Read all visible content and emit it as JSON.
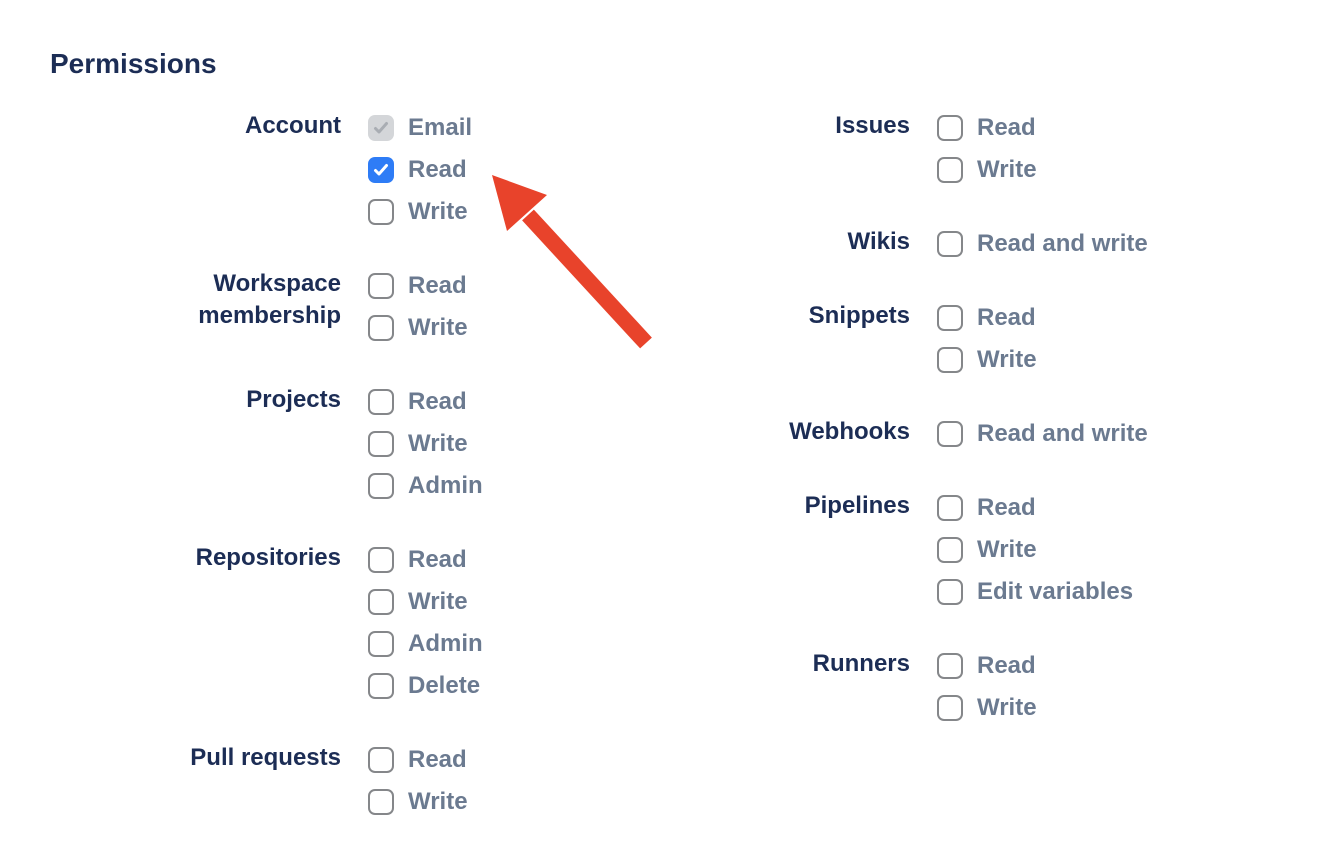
{
  "heading": "Permissions",
  "colors": {
    "heading_text": "#1C2D55",
    "group_label_text": "#1C2D55",
    "item_label_text": "#6B7A90",
    "checkbox_border": "#85878A",
    "checkbox_checked_bg": "#2E7CF6",
    "checkbox_checked_checkmark": "#FFFFFF",
    "checkbox_disabled_bg": "#D4D6D9",
    "checkbox_disabled_checkmark": "#A9ADB3",
    "arrow_red": "#E8432B"
  },
  "columns": [
    {
      "groups": [
        {
          "label": "Account",
          "items": [
            {
              "label": "Email",
              "state": "checked-disabled"
            },
            {
              "label": "Read",
              "state": "checked"
            },
            {
              "label": "Write",
              "state": "unchecked"
            }
          ]
        },
        {
          "label": "Workspace membership",
          "items": [
            {
              "label": "Read",
              "state": "unchecked"
            },
            {
              "label": "Write",
              "state": "unchecked"
            }
          ]
        },
        {
          "label": "Projects",
          "items": [
            {
              "label": "Read",
              "state": "unchecked"
            },
            {
              "label": "Write",
              "state": "unchecked"
            },
            {
              "label": "Admin",
              "state": "unchecked"
            }
          ]
        },
        {
          "label": "Repositories",
          "items": [
            {
              "label": "Read",
              "state": "unchecked"
            },
            {
              "label": "Write",
              "state": "unchecked"
            },
            {
              "label": "Admin",
              "state": "unchecked"
            },
            {
              "label": "Delete",
              "state": "unchecked"
            }
          ]
        },
        {
          "label": "Pull requests",
          "items": [
            {
              "label": "Read",
              "state": "unchecked"
            },
            {
              "label": "Write",
              "state": "unchecked"
            }
          ]
        }
      ]
    },
    {
      "groups": [
        {
          "label": "Issues",
          "items": [
            {
              "label": "Read",
              "state": "unchecked"
            },
            {
              "label": "Write",
              "state": "unchecked"
            }
          ]
        },
        {
          "label": "Wikis",
          "items": [
            {
              "label": "Read and write",
              "state": "unchecked"
            }
          ]
        },
        {
          "label": "Snippets",
          "items": [
            {
              "label": "Read",
              "state": "unchecked"
            },
            {
              "label": "Write",
              "state": "unchecked"
            }
          ]
        },
        {
          "label": "Webhooks",
          "items": [
            {
              "label": "Read and write",
              "state": "unchecked"
            }
          ]
        },
        {
          "label": "Pipelines",
          "items": [
            {
              "label": "Read",
              "state": "unchecked"
            },
            {
              "label": "Write",
              "state": "unchecked"
            },
            {
              "label": "Edit variables",
              "state": "unchecked"
            }
          ]
        },
        {
          "label": "Runners",
          "items": [
            {
              "label": "Read",
              "state": "unchecked"
            },
            {
              "label": "Write",
              "state": "unchecked"
            }
          ]
        }
      ]
    }
  ],
  "annotation_arrow": {
    "color": "#E8432B",
    "points_at": "account-read-checkbox"
  }
}
